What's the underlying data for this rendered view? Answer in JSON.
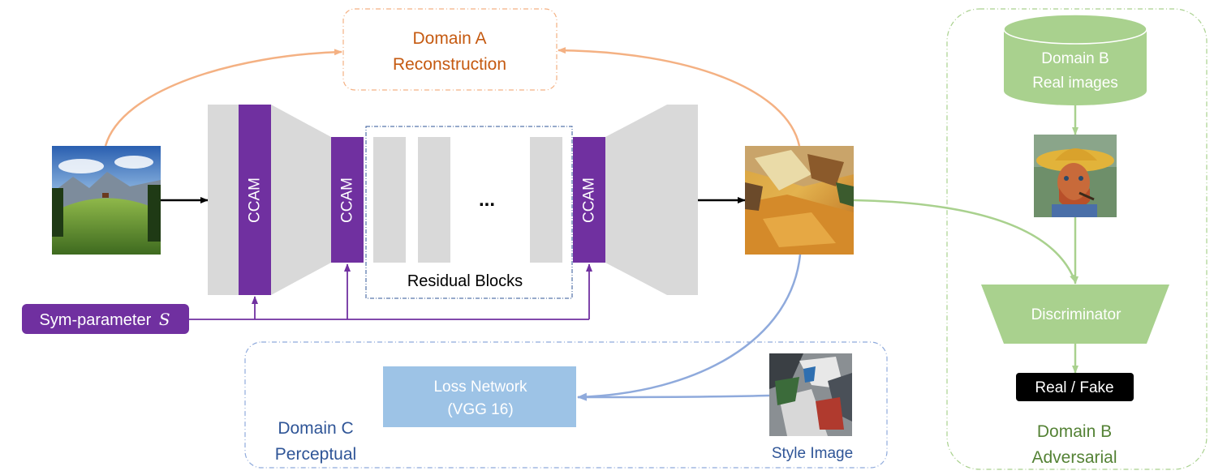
{
  "domain_a": {
    "line1": "Domain A",
    "line2": "Reconstruction"
  },
  "generator": {
    "ccam_label": "CCAM",
    "ellipsis": "...",
    "residual_label": "Residual Blocks"
  },
  "sym_param": {
    "label": "Sym-parameter",
    "symbol": "S"
  },
  "domain_b_top": {
    "line1": "Domain B",
    "line2": "Real images"
  },
  "discriminator": {
    "label": "Discriminator",
    "output": "Real / Fake"
  },
  "domain_b_bottom": {
    "line1": "Domain B",
    "line2": "Adversarial"
  },
  "loss_network": {
    "line1": "Loss Network",
    "line2": "(VGG 16)"
  },
  "domain_c": {
    "line1": "Domain C",
    "line2": "Perceptual"
  },
  "style_image": {
    "label": "Style Image"
  },
  "colors": {
    "orange": "#f4b183",
    "orange_text": "#c55a11",
    "purple": "#7030a0",
    "gray": "#d9d9d9",
    "blue_line": "#8faadc",
    "blue_box": "#9dc3e6",
    "blue_text": "#2f5597",
    "green": "#a9d18e",
    "green_text": "#548235",
    "black": "#000000"
  }
}
